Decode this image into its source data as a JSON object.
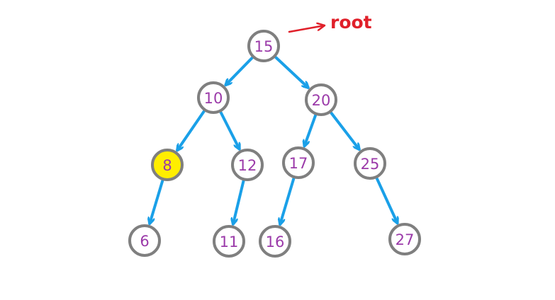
{
  "tree": {
    "root_annotation": "root",
    "colors": {
      "edge": "#1aa0e8",
      "node_border": "#7f7f7f",
      "node_text": "#9b3aa9",
      "highlight_fill": "#ffee00",
      "annotation": "#e0202a"
    },
    "nodes": [
      {
        "id": "n15",
        "label": "15",
        "highlighted": false
      },
      {
        "id": "n10",
        "label": "10",
        "highlighted": false
      },
      {
        "id": "n20",
        "label": "20",
        "highlighted": false
      },
      {
        "id": "n8",
        "label": "8",
        "highlighted": true
      },
      {
        "id": "n12",
        "label": "12",
        "highlighted": false
      },
      {
        "id": "n17",
        "label": "17",
        "highlighted": false
      },
      {
        "id": "n25",
        "label": "25",
        "highlighted": false
      },
      {
        "id": "n6",
        "label": "6",
        "highlighted": false
      },
      {
        "id": "n11",
        "label": "11",
        "highlighted": false
      },
      {
        "id": "n16",
        "label": "16",
        "highlighted": false
      },
      {
        "id": "n27",
        "label": "27",
        "highlighted": false
      }
    ],
    "edges": [
      {
        "from": "n15",
        "to": "n10"
      },
      {
        "from": "n15",
        "to": "n20"
      },
      {
        "from": "n10",
        "to": "n8"
      },
      {
        "from": "n10",
        "to": "n12"
      },
      {
        "from": "n20",
        "to": "n17"
      },
      {
        "from": "n20",
        "to": "n25"
      },
      {
        "from": "n8",
        "to": "n6"
      },
      {
        "from": "n12",
        "to": "n11"
      },
      {
        "from": "n17",
        "to": "n16"
      },
      {
        "from": "n25",
        "to": "n27"
      }
    ]
  }
}
